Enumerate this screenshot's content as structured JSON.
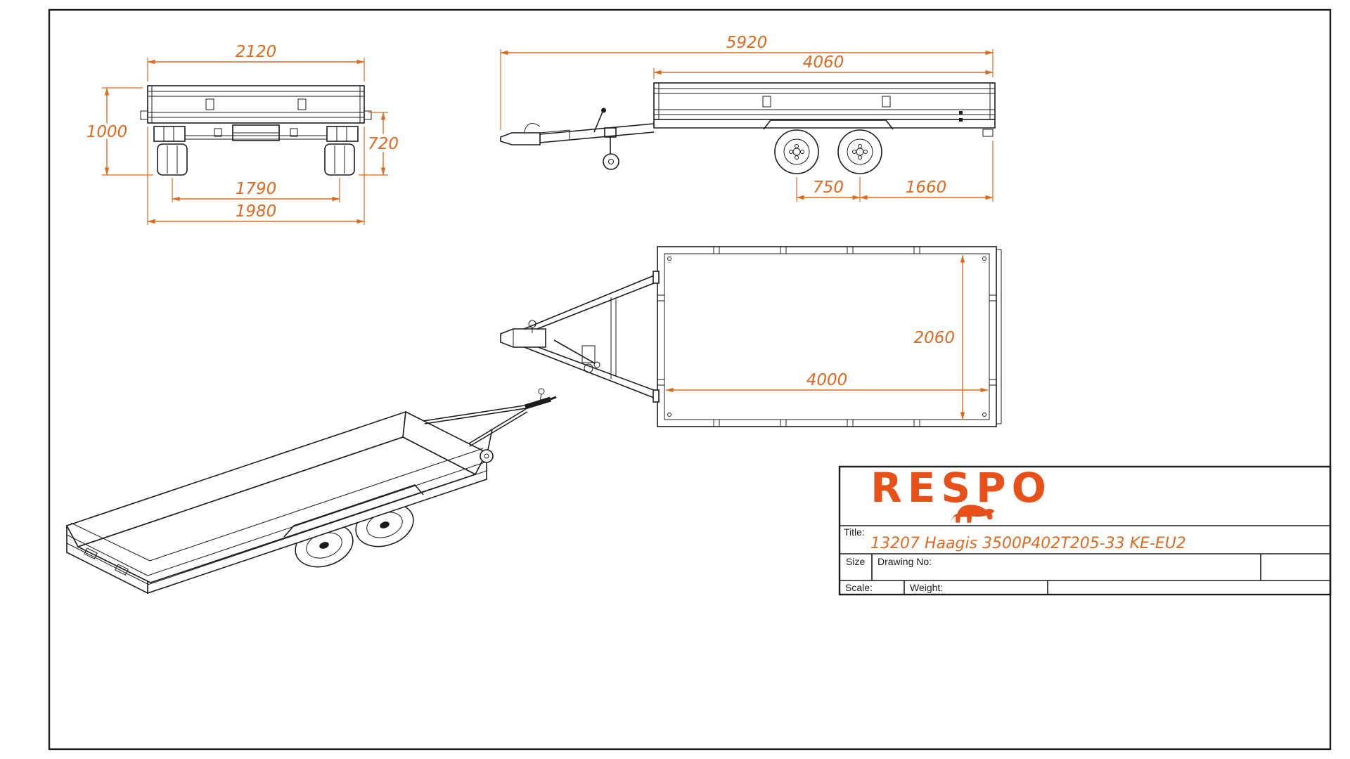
{
  "colors": {
    "accent": "#de6a1f",
    "logo": "#e8501a",
    "line": "#1c1c1c",
    "bg": "#ffffff"
  },
  "views": {
    "rear": {
      "dim_width_top": "2120",
      "dim_height_overall": "1000",
      "dim_loading_height": "720",
      "dim_track_width": "1790",
      "dim_frame_width": "1980"
    },
    "side": {
      "dim_length_overall": "5920",
      "dim_bed_length": "4060",
      "dim_axle_spacing": "750",
      "dim_axle_to_rear": "1660"
    },
    "top": {
      "dim_inner_width": "2060",
      "dim_inner_length": "4000"
    }
  },
  "title_block": {
    "brand": "RESPO",
    "title_label": "Title:",
    "title": "13207 Haagis 3500P402T205-33 KE-EU2",
    "size_label": "Size",
    "drawing_no_label": "Drawing No:",
    "scale_label": "Scale:",
    "weight_label": "Weight:"
  }
}
